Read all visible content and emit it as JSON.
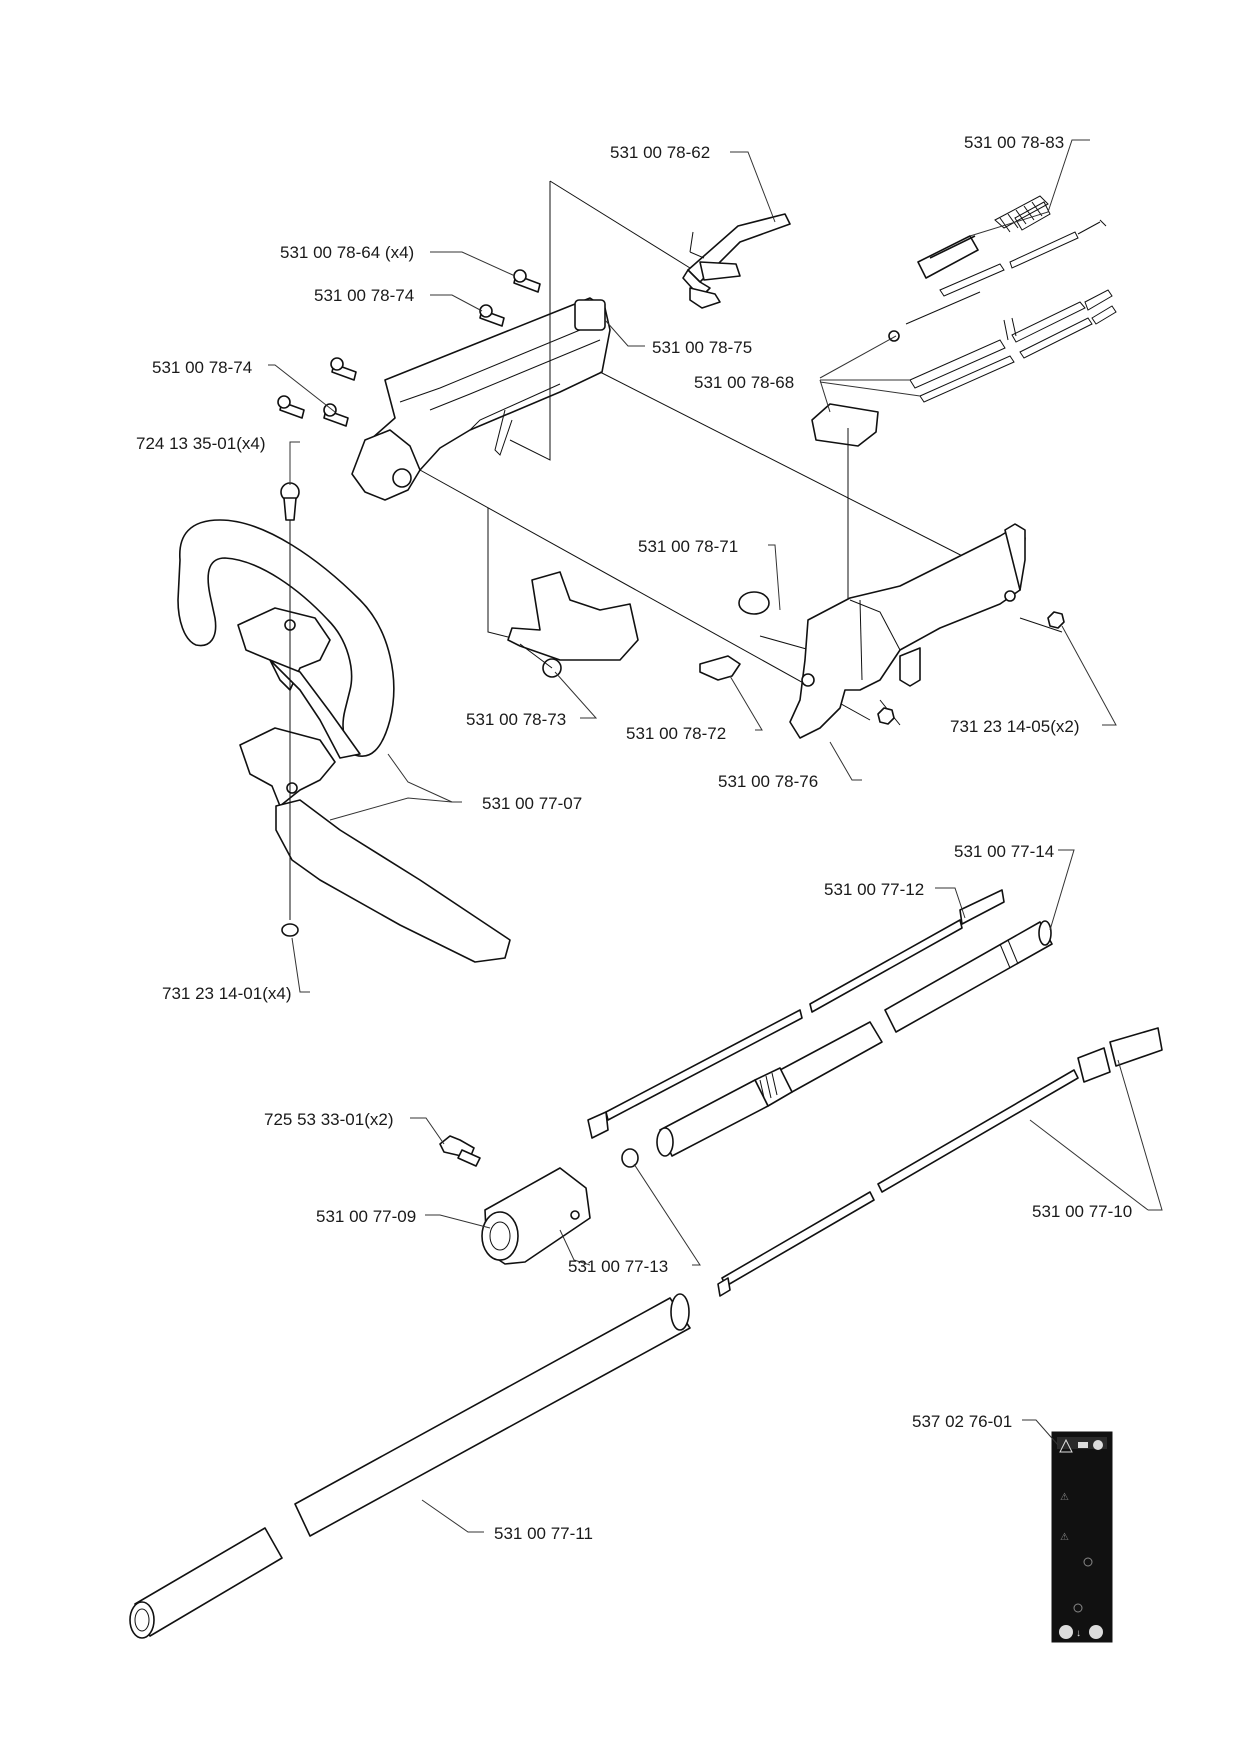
{
  "labels": {
    "p_78_62": "531 00 78-62",
    "p_78_83": "531 00 78-83",
    "p_78_64": "531 00 78-64 (x4)",
    "p_78_74a": "531 00 78-74",
    "p_78_75": "531 00 78-75",
    "p_78_74b": "531 00 78-74",
    "p_78_68": "531 00 78-68",
    "p_724_13": "724 13 35-01(x4)",
    "p_78_71": "531 00 78-71",
    "p_78_73": "531 00 78-73",
    "p_78_72": "531 00 78-72",
    "p_78_76": "531 00 78-76",
    "p_731_05": "731 23 14-05(x2)",
    "p_77_07": "531 00 77-07",
    "p_77_14": "531 00 77-14",
    "p_77_12": "531 00 77-12",
    "p_731_01": "731 23 14-01(x4)",
    "p_725_53": "725 53 33-01(x2)",
    "p_77_09": "531 00 77-09",
    "p_77_13": "531 00 77-13",
    "p_77_10": "531 00 77-10",
    "p_537_02": "537 02 76-01",
    "p_77_11": "531 00 77-11"
  }
}
